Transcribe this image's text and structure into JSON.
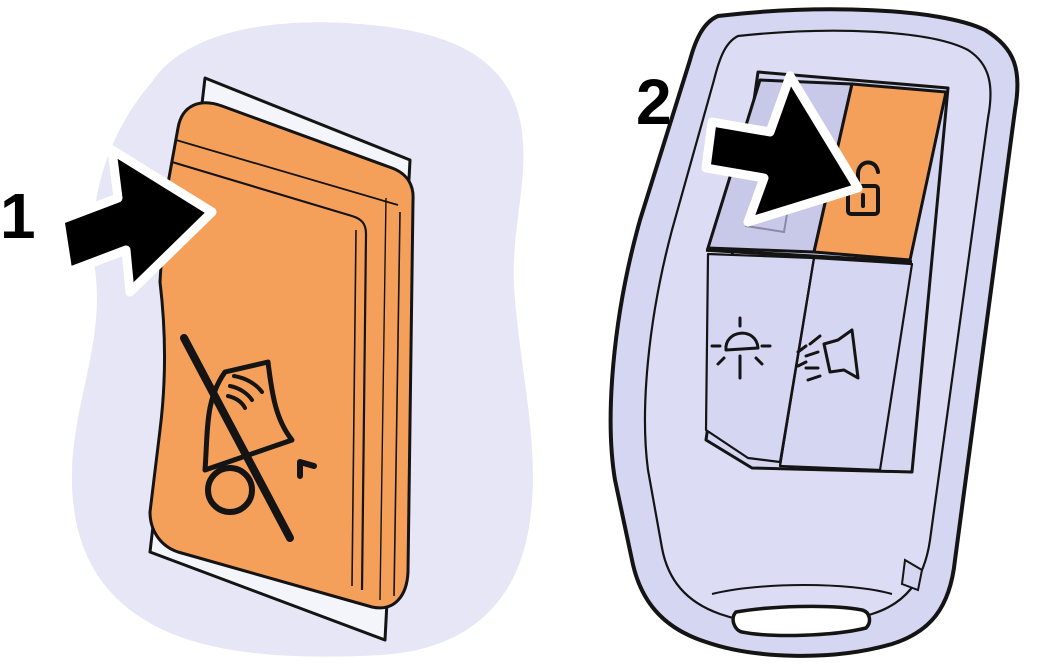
{
  "figure": {
    "left_panel": {
      "callout_number": "1",
      "button_icon": "alarm-bell-crossed-icon"
    },
    "right_panel": {
      "callout_number": "2",
      "buttons": [
        {
          "name": "unlock-button",
          "icon": "unlock-icon",
          "highlighted": true
        },
        {
          "name": "grey-upper-left-button",
          "icon": "blank-icon",
          "highlighted": false
        },
        {
          "name": "interior-light-button",
          "icon": "lamp-icon",
          "highlighted": false
        },
        {
          "name": "horn-panic-button",
          "icon": "horn-icon",
          "highlighted": false
        }
      ]
    },
    "colors": {
      "orange": "#F5A05A",
      "lavender_background": "#E6E6F6",
      "lavender_key": "#D5D6F1",
      "outline": "#141414",
      "arrow": "#000000"
    }
  }
}
